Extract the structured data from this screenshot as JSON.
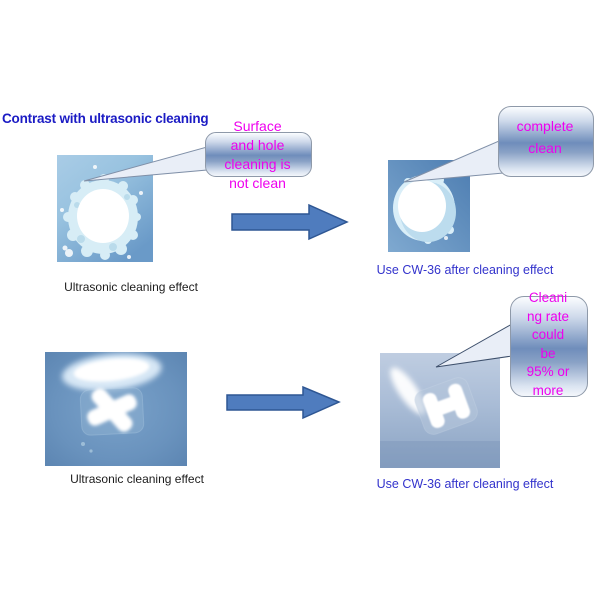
{
  "title": "Contrast with ultrasonic cleaning",
  "callouts": {
    "not_clean": {
      "lines": [
        "Surface",
        "and hole",
        "cleaning is",
        "not clean"
      ]
    },
    "complete_clean": {
      "lines": [
        "complete",
        "clean"
      ]
    },
    "cleaning_rate": {
      "lines": [
        "Cleani",
        "ng rate",
        "could",
        "be",
        "95% or",
        "more"
      ]
    }
  },
  "captions": {
    "row1_before": "Ultrasonic cleaning effect",
    "row1_after": "Use CW-36 after cleaning effect",
    "row2_before": "Ultrasonic cleaning effect",
    "row2_after": "Use CW-36 after cleaning effect"
  },
  "icons": {
    "arrow_top": "right-arrow-icon",
    "arrow_bottom": "right-arrow-icon"
  },
  "colors": {
    "title_blue": "#1b1bc4",
    "caption_blue": "#3333cc",
    "magenta": "#ee00ee",
    "arrow_fill": "#4f7cbe",
    "arrow_stroke": "#2e5693",
    "bubble_mid": "#6f8dbb",
    "photo_blue": "#6992bd"
  }
}
